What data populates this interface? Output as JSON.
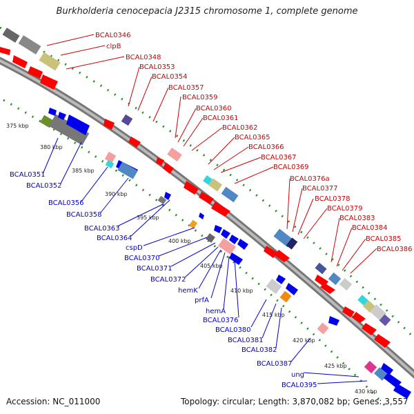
{
  "title": "Burkholderia cenocepacia J2315 chromosome 1, complete genome",
  "footer": {
    "accession": "Accession: NC_011000",
    "summary": "Topology: circular; Length: 3,870,082 bp; Genes: 3,557"
  },
  "colors": {
    "forward_label": "#cc0000",
    "reverse_label": "#0000cc",
    "forward_gene": "#ff0000",
    "reverse_gene": "#0000ee",
    "backbone": "#888888",
    "tick_dots": "#228b22"
  },
  "kbp_ticks": [
    "375 kbp",
    "380 kbp",
    "385 kbp",
    "390 kbp",
    "395 kbp",
    "400 kbp",
    "405 kbp",
    "410 kbp",
    "415 kbp",
    "420 kbp",
    "425 kbp",
    "430 kbp"
  ],
  "forward_labels": [
    "BCAL0346",
    "clpB",
    "BCAL0348",
    "BCAL0353",
    "BCAL0354",
    "BCAL0357",
    "BCAL0359",
    "BCAL0360",
    "BCAL0361",
    "BCAL0362",
    "BCAL0365",
    "BCAL0366",
    "BCAL0367",
    "BCAL0369",
    "BCAL0376a",
    "BCAL0377",
    "BCAL0378",
    "BCAL0379",
    "BCAL0383",
    "BCAL0384",
    "BCAL0385",
    "BCAL0386"
  ],
  "reverse_labels": [
    "BCAL0351",
    "BCAL0352",
    "BCAL0356",
    "BCAL0358",
    "BCAL0363",
    "BCAL0364",
    "cspD",
    "BCAL0370",
    "BCAL0371",
    "BCAL0372",
    "hemK",
    "prfA",
    "hemA",
    "BCAL0376",
    "BCAL0380",
    "BCAL0381",
    "BCAL0382",
    "BCAL0387",
    "ung",
    "BCAL0395"
  ]
}
